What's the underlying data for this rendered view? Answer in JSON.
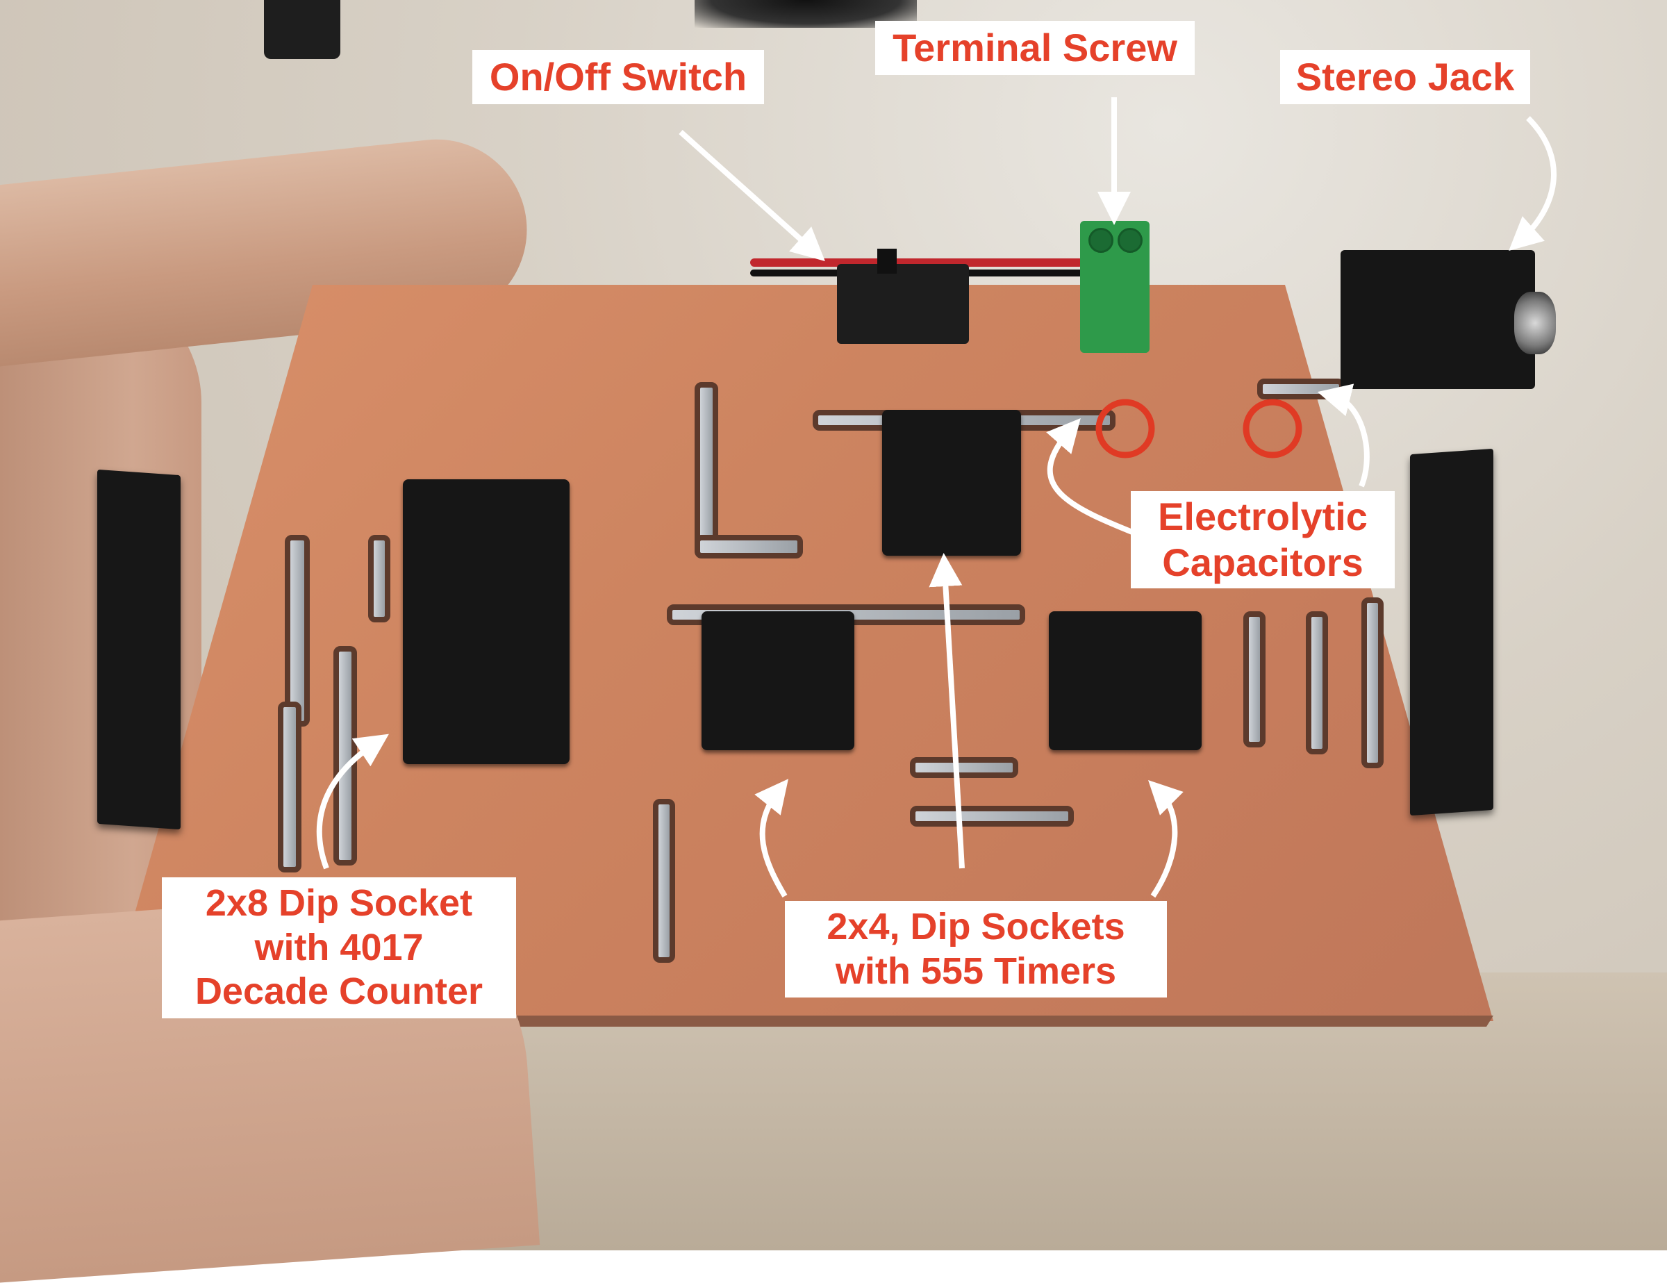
{
  "scene": {
    "subject": "Hand-etched copper PCB with components, held in a hand",
    "colors": {
      "label_text": "#e5412a",
      "label_bg": "#ffffff",
      "arrow": "#ffffff",
      "highlight_circle": "#e03a24",
      "copper": "#cd8460",
      "chip": "#161616",
      "terminal": "#2e9a4a"
    }
  },
  "annotations": {
    "on_off_switch": {
      "lines": [
        "On/Off Switch"
      ]
    },
    "terminal_screw": {
      "lines": [
        "Terminal Screw"
      ]
    },
    "stereo_jack": {
      "lines": [
        "Stereo Jack"
      ]
    },
    "electrolytic_capacitors": {
      "lines": [
        "Electrolytic",
        "Capacitors"
      ]
    },
    "dip_socket_4017": {
      "lines": [
        "2x8 Dip Socket",
        "with 4017",
        "Decade Counter"
      ]
    },
    "dip_sockets_555": {
      "lines": [
        "2x4, Dip Sockets",
        "with 555 Timers"
      ]
    }
  },
  "components": [
    {
      "name": "on-off-switch"
    },
    {
      "name": "terminal-screw"
    },
    {
      "name": "stereo-jack"
    },
    {
      "name": "electrolytic-capacitor-1"
    },
    {
      "name": "electrolytic-capacitor-2"
    },
    {
      "name": "4017-decade-counter"
    },
    {
      "name": "555-timer-1"
    },
    {
      "name": "555-timer-2"
    },
    {
      "name": "555-timer-3"
    },
    {
      "name": "pin-header-left"
    },
    {
      "name": "pin-header-right"
    }
  ]
}
